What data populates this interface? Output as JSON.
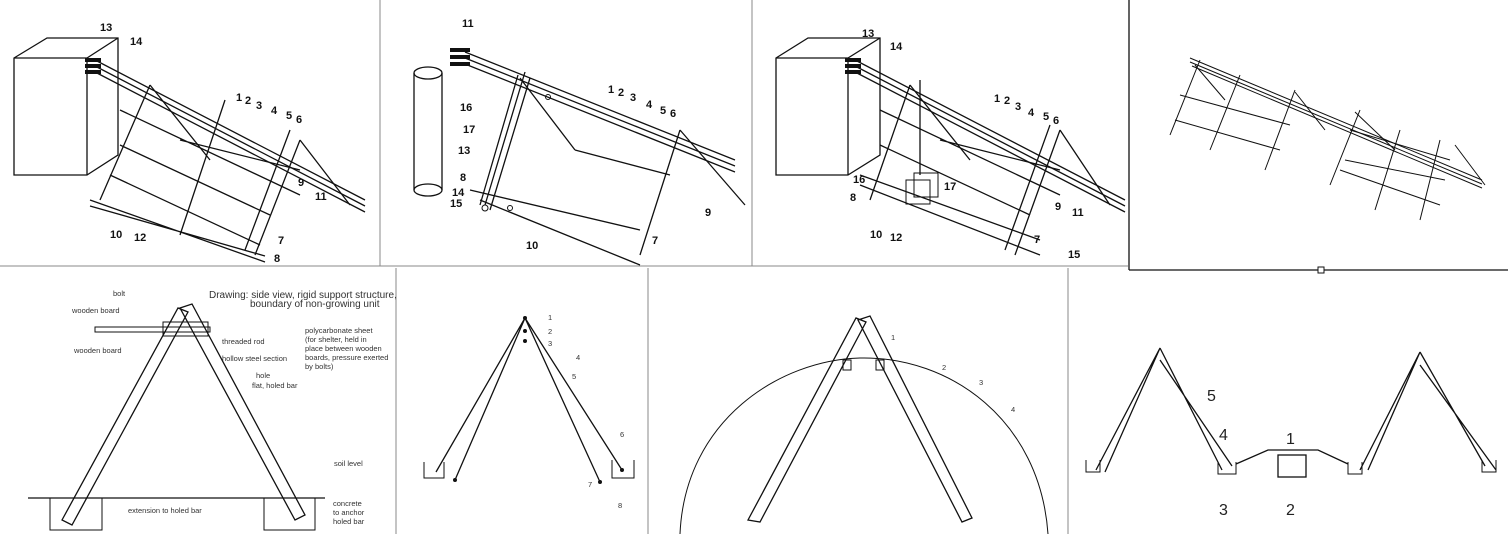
{
  "panels": {
    "p1": {
      "labels": [
        "13",
        "14",
        "1",
        "2",
        "3",
        "4",
        "5",
        "6",
        "9",
        "11",
        "10",
        "12",
        "7",
        "8"
      ]
    },
    "p2": {
      "labels": [
        "11",
        "16",
        "1",
        "2",
        "3",
        "4",
        "5",
        "6",
        "17",
        "13",
        "8",
        "14",
        "15",
        "10",
        "7",
        "9"
      ]
    },
    "p3": {
      "labels": [
        "13",
        "14",
        "1",
        "2",
        "3",
        "4",
        "5",
        "6",
        "16",
        "8",
        "17",
        "9",
        "11",
        "10",
        "12",
        "7",
        "15"
      ]
    },
    "p5": {
      "title_line1": "Drawing: side view, rigid support structure,",
      "title_line2": "boundary of non-growing unit",
      "bolt": "bolt",
      "wooden_board_top": "wooden board",
      "wooden_board_bottom": "wooden board",
      "sheet": [
        "polycarbonate sheet",
        "(for shelter, held in",
        "place between wooden",
        "boards, pressure exerted",
        "by bolts)"
      ],
      "threaded_rod": "threaded rod",
      "hollow_steel": "hollow steel section",
      "hole": "hole",
      "flat_bar": "flat, holed bar",
      "soil_level": "soil level",
      "extension": "extension to holed bar",
      "concrete": [
        "concrete",
        "to anchor",
        "holed bar"
      ]
    },
    "p6": {
      "labels": [
        "1",
        "2",
        "3",
        "4",
        "5",
        "6",
        "7",
        "8"
      ]
    },
    "p7": {
      "labels": [
        "1",
        "2",
        "3",
        "4"
      ]
    },
    "p8": {
      "labels": [
        "5",
        "1",
        "4",
        "3",
        "2"
      ]
    }
  }
}
